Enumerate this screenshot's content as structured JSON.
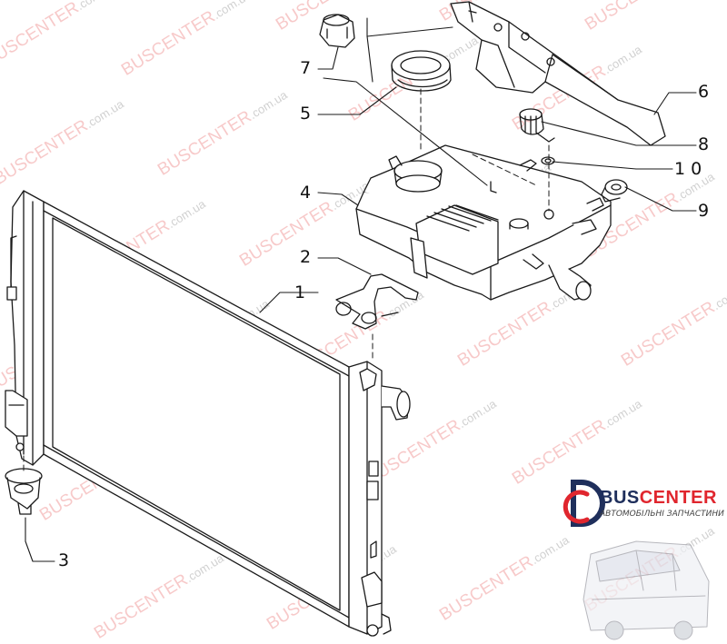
{
  "diagram": {
    "callouts": [
      {
        "id": "c1",
        "label": "1"
      },
      {
        "id": "c2",
        "label": "2"
      },
      {
        "id": "c3",
        "label": "3"
      },
      {
        "id": "c4",
        "label": "4"
      },
      {
        "id": "c5",
        "label": "5"
      },
      {
        "id": "c6",
        "label": "6"
      },
      {
        "id": "c7",
        "label": "7"
      },
      {
        "id": "c8",
        "label": "8"
      },
      {
        "id": "c9",
        "label": "9"
      },
      {
        "id": "c10",
        "label": "1 0"
      }
    ]
  },
  "branding": {
    "logo_part1": "BUS",
    "logo_part2": "CENTER",
    "tagline": "АВТОМОБІЛЬНІ ЗАПЧАСТИНИ",
    "watermark_brand": "BUSCENTER",
    "watermark_domain": ".com.ua"
  },
  "colors": {
    "line": "#1a1a1a",
    "brand_blue": "#1f2f5c",
    "brand_red": "#e0262e",
    "watermark": "#e13c3c"
  }
}
